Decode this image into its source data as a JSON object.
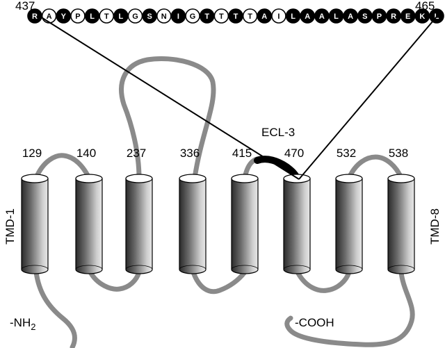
{
  "sequence": {
    "start_label": "437",
    "end_label": "465",
    "residues": [
      {
        "aa": "R",
        "filled": true
      },
      {
        "aa": "A",
        "filled": false
      },
      {
        "aa": "Y",
        "filled": true
      },
      {
        "aa": "P",
        "filled": false
      },
      {
        "aa": "L",
        "filled": true
      },
      {
        "aa": "T",
        "filled": false
      },
      {
        "aa": "L",
        "filled": true
      },
      {
        "aa": "G",
        "filled": false
      },
      {
        "aa": "S",
        "filled": true
      },
      {
        "aa": "N",
        "filled": false
      },
      {
        "aa": "I",
        "filled": true
      },
      {
        "aa": "G",
        "filled": false
      },
      {
        "aa": "T",
        "filled": true
      },
      {
        "aa": "T",
        "filled": false
      },
      {
        "aa": "T",
        "filled": true
      },
      {
        "aa": "T",
        "filled": false
      },
      {
        "aa": "A",
        "filled": true
      },
      {
        "aa": "I",
        "filled": false
      },
      {
        "aa": "L",
        "filled": true
      },
      {
        "aa": "A",
        "filled": true
      },
      {
        "aa": "A",
        "filled": true
      },
      {
        "aa": "L",
        "filled": true
      },
      {
        "aa": "A",
        "filled": true
      },
      {
        "aa": "S",
        "filled": true
      },
      {
        "aa": "P",
        "filled": true
      },
      {
        "aa": "R",
        "filled": true
      },
      {
        "aa": "E",
        "filled": true
      },
      {
        "aa": "K",
        "filled": true
      },
      {
        "aa": "L",
        "filled": true
      }
    ]
  },
  "helices": [
    "129",
    "140",
    "237",
    "336",
    "415",
    "470",
    "532",
    "538"
  ],
  "labels": {
    "tmd_first": "TMD-1",
    "tmd_last": "TMD-8",
    "loop": "ECL-3",
    "n_term": "-NH",
    "n_term_sub": "2",
    "c_term": "-COOH"
  }
}
